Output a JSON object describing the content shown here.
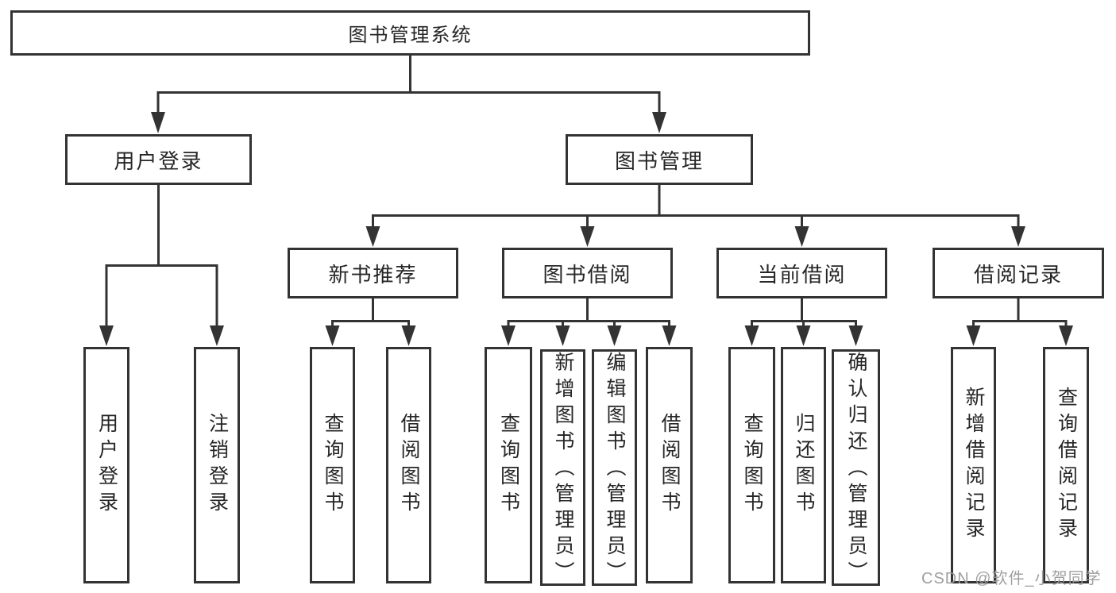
{
  "tree": {
    "label": "图书管理系统",
    "children": [
      {
        "label": "用户登录",
        "children": [
          {
            "label": "用户登录"
          },
          {
            "label": "注销登录"
          }
        ]
      },
      {
        "label": "图书管理",
        "children": [
          {
            "label": "新书推荐",
            "children": [
              {
                "label": "查询图书"
              },
              {
                "label": "借阅图书"
              }
            ]
          },
          {
            "label": "图书借阅",
            "children": [
              {
                "label": "查询图书"
              },
              {
                "label": "新增图书（管理员）"
              },
              {
                "label": "编辑图书（管理员）"
              },
              {
                "label": "借阅图书"
              }
            ]
          },
          {
            "label": "当前借阅",
            "children": [
              {
                "label": "查询图书"
              },
              {
                "label": "归还图书"
              },
              {
                "label": "确认归还（管理员）"
              }
            ]
          },
          {
            "label": "借阅记录",
            "children": [
              {
                "label": "新增借阅记录"
              },
              {
                "label": "查询借阅记录"
              }
            ]
          }
        ]
      }
    ]
  },
  "watermark": {
    "text": "CSDN @软件_小贺同学"
  },
  "colors": {
    "line": "#333333",
    "text": "#262626",
    "box_background": "#ffffff",
    "watermark": "#9b9b9b",
    "background": "#ffffff"
  }
}
